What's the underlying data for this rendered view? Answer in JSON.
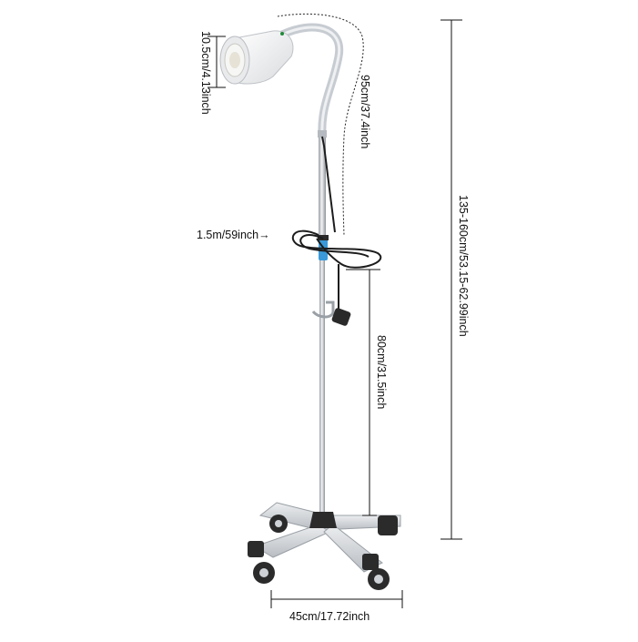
{
  "product": {
    "colors": {
      "pole": "#c9cdd2",
      "base": "#d7d9dc",
      "lamp_body": "#f2f2f2",
      "neck": "#cfd3d8",
      "clip_accent": "#3a9ad9",
      "cable": "#1c1c1c",
      "wheel": "#2b2b2b",
      "dimension_line": "#111111"
    }
  },
  "dimensions": {
    "head_diameter": "10.5cm/4.13inch",
    "gooseneck_length": "95cm/37.4inch",
    "cable_length": "1.5m/59inch→",
    "total_height": "135-160cm/53.15-62.99inch",
    "lower_pole_height": "80cm/31.5inch",
    "base_width": "45cm/17.72inch"
  }
}
